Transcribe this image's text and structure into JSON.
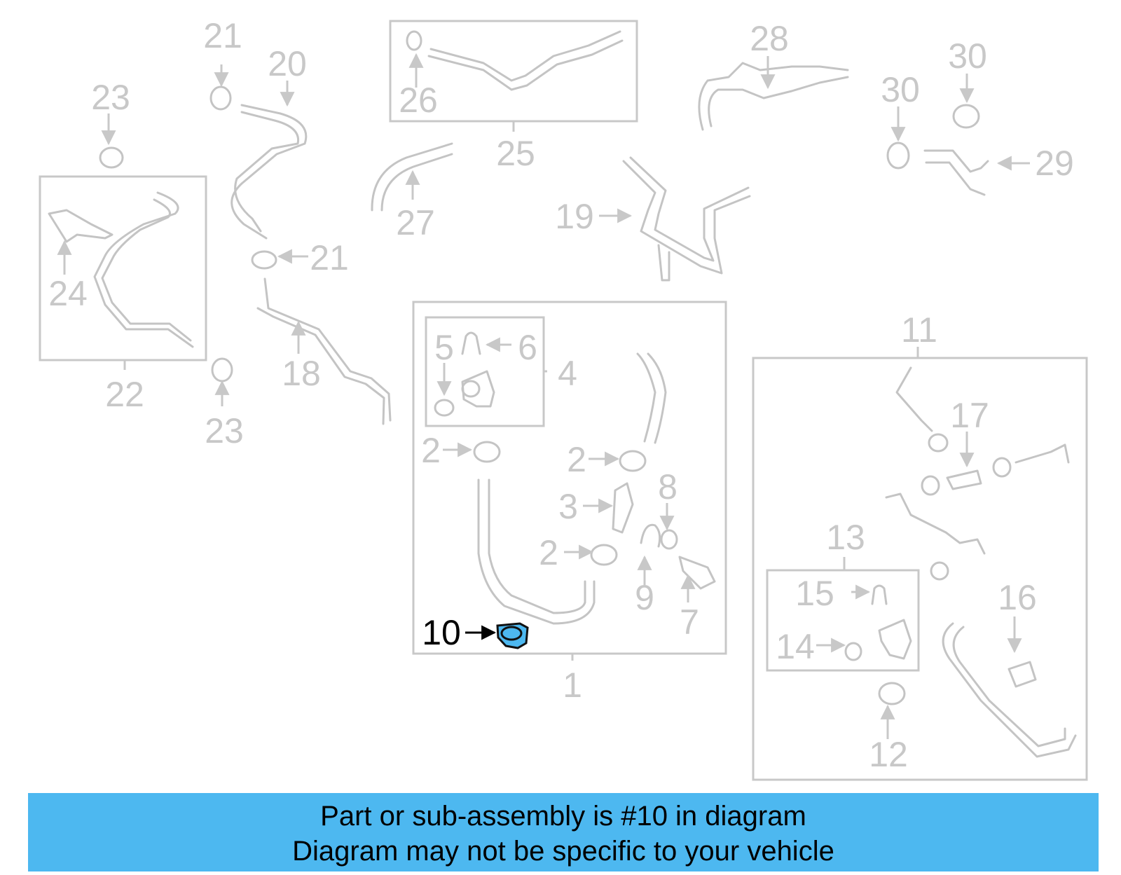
{
  "diagram": {
    "labels": {
      "l1": "1",
      "l2a": "2",
      "l2b": "2",
      "l2c": "2",
      "l3": "3",
      "l4": "4",
      "l5": "5",
      "l6": "6",
      "l7": "7",
      "l8": "8",
      "l9": "9",
      "l10": "10",
      "l11": "11",
      "l12": "12",
      "l13": "13",
      "l14": "14",
      "l15": "15",
      "l16": "16",
      "l17": "17",
      "l18": "18",
      "l19": "19",
      "l20": "20",
      "l21a": "21",
      "l21b": "21",
      "l22": "22",
      "l23a": "23",
      "l23b": "23",
      "l24": "24",
      "l25": "25",
      "l26": "26",
      "l27": "27",
      "l28": "28",
      "l29": "29",
      "l30a": "30",
      "l30b": "30"
    },
    "highlighted_part": "10",
    "highlight_color": "#4db8f0"
  },
  "banner": {
    "line1": "Part or sub-assembly is #10 in diagram",
    "line2": "Diagram may not be specific to your vehicle",
    "background": "#4db8f0"
  }
}
